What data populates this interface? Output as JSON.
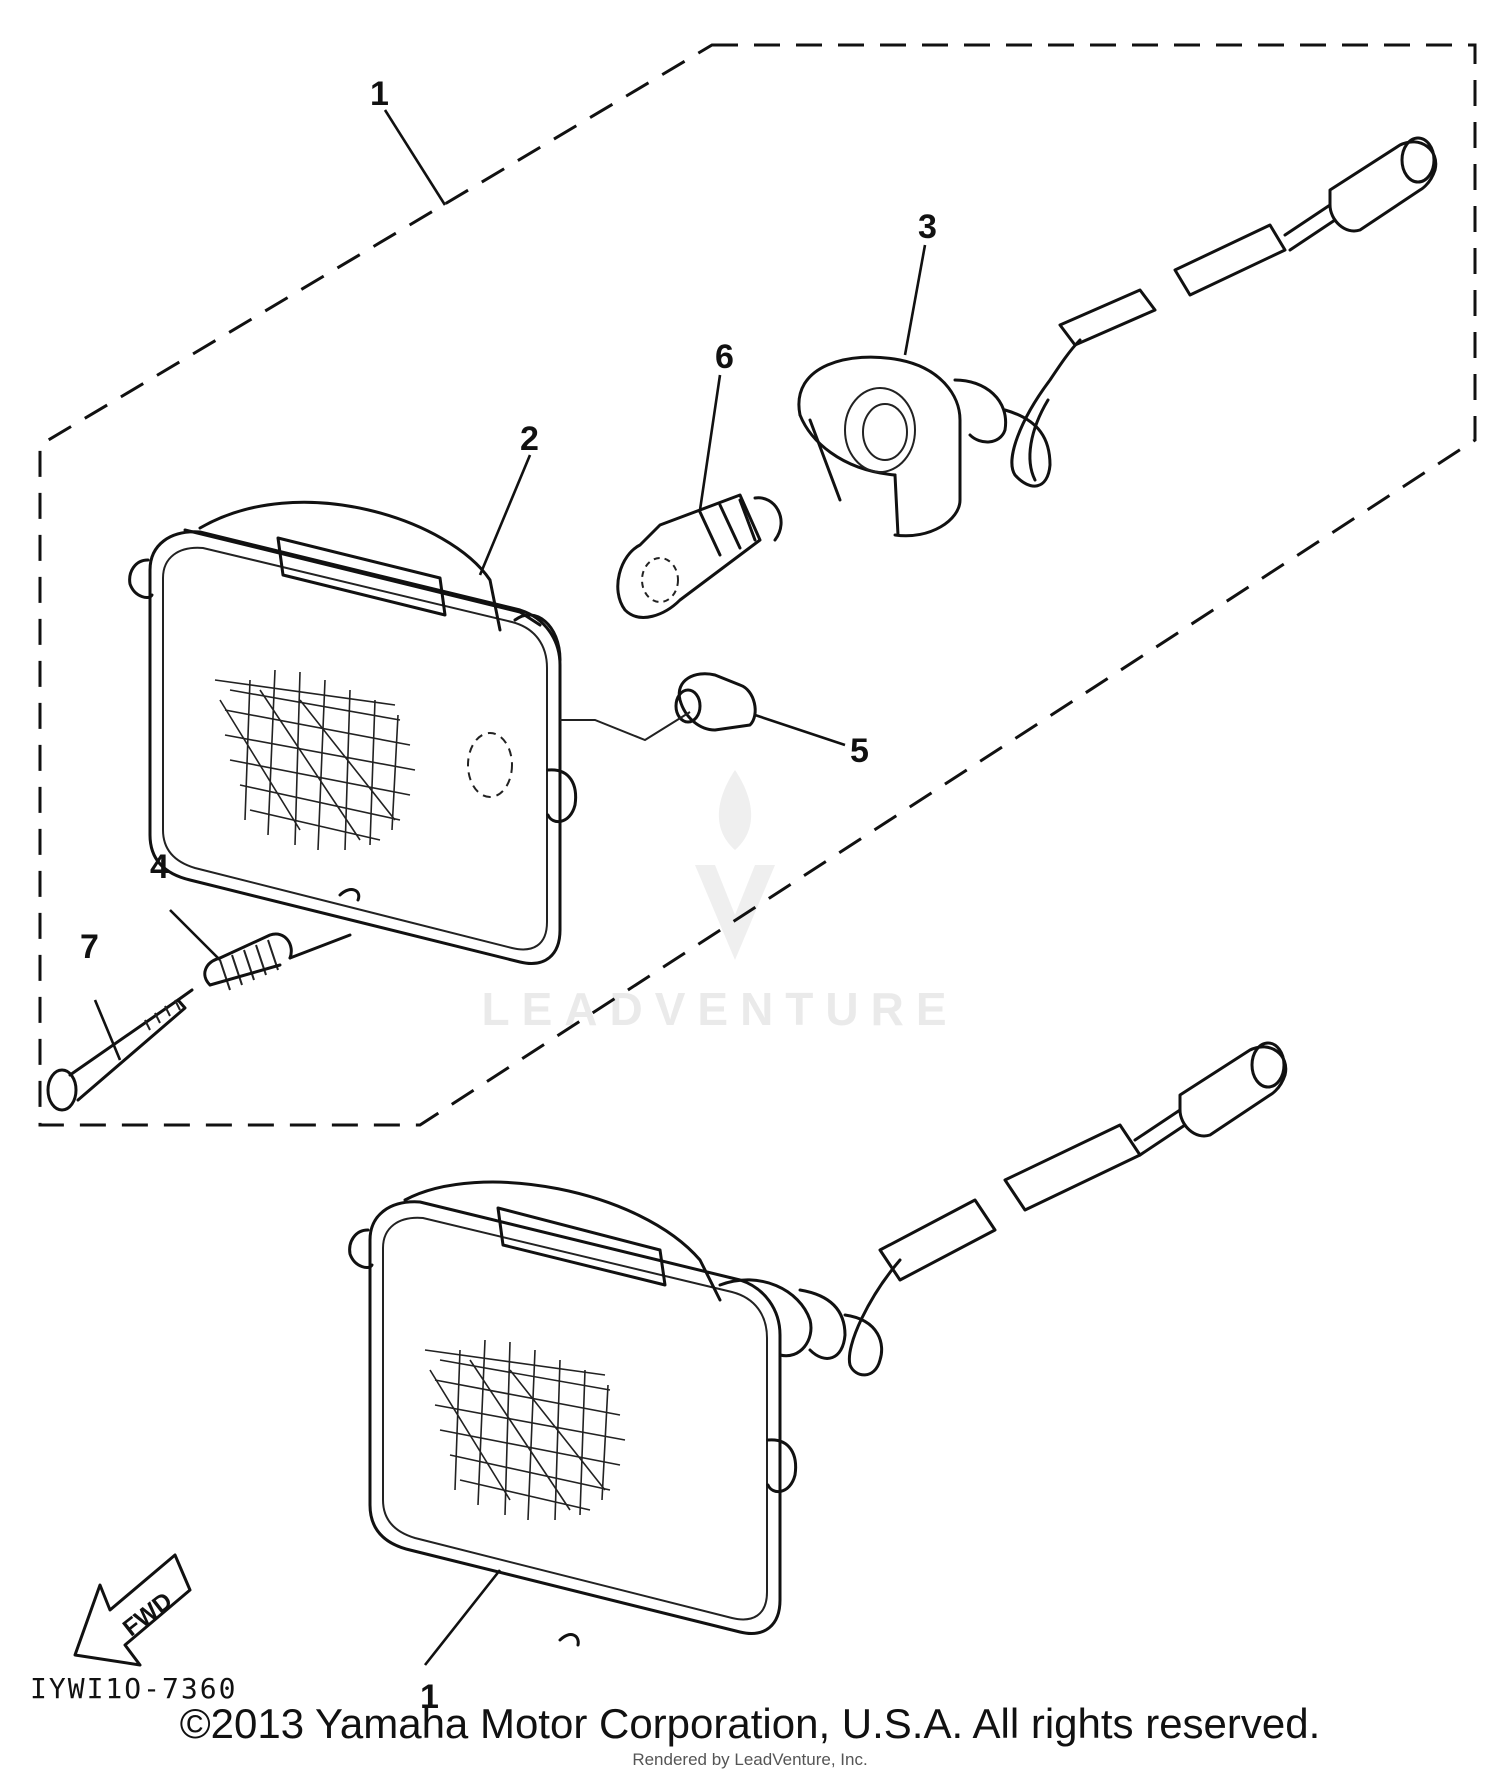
{
  "callouts": {
    "c1_top": "1",
    "c2": "2",
    "c3": "3",
    "c4": "4",
    "c5": "5",
    "c6": "6",
    "c7": "7",
    "c1_bottom": "1"
  },
  "fwd_label": "FWD",
  "diagram_code": "IYWI1O-7360",
  "watermark": "LEADVENTURE",
  "copyright": "©2013 Yamaha Motor Corporation, U.S.A. All rights reserved.",
  "rendered_by": "Rendered by LeadVenture, Inc."
}
